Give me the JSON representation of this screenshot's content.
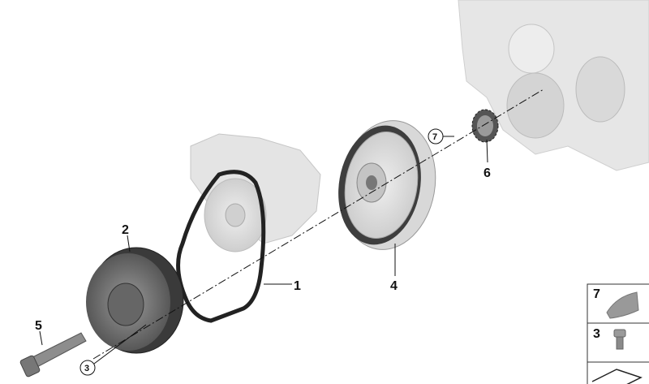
{
  "callouts": {
    "belt": "1",
    "pulley": "2",
    "bolt_small": "3",
    "vibration_damper": "4",
    "bolt": "5",
    "sprocket": "6",
    "key": "7"
  },
  "legend": [
    {
      "number": "7"
    },
    {
      "number": "3"
    }
  ]
}
